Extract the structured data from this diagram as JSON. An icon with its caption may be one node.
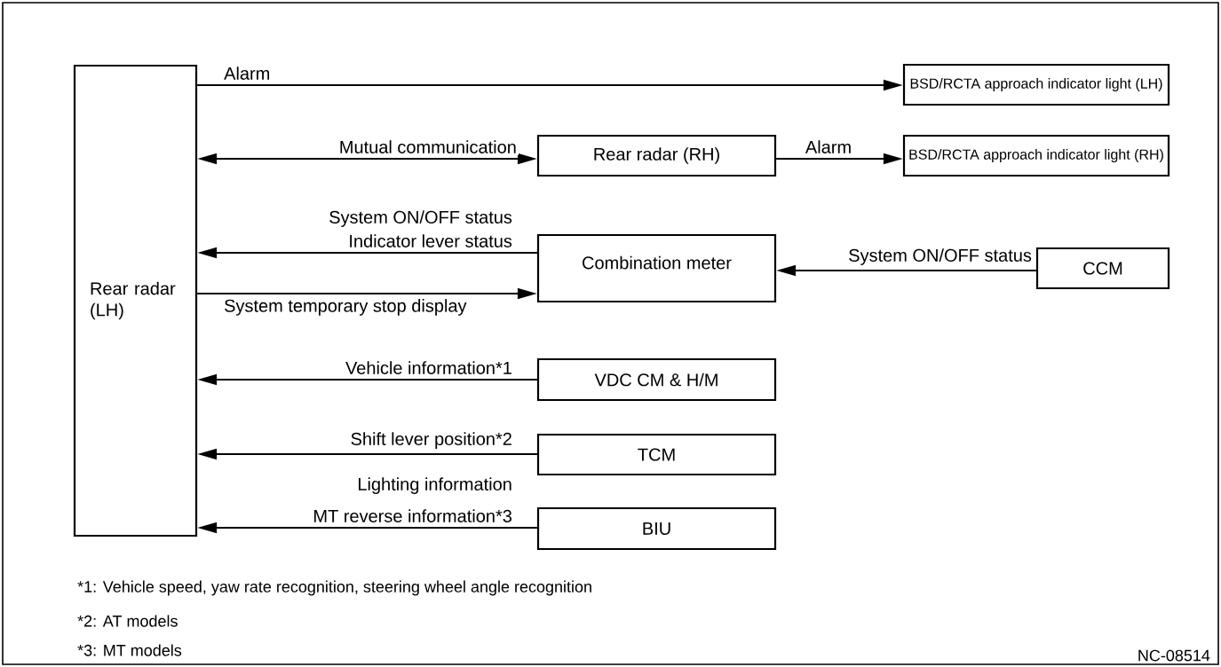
{
  "diagram": {
    "nodes": [
      {
        "text": [
          "Rear radar (LH)"
        ]
      },
      {
        "text": [
          "BSD/RCTA approach indicator light (LH)"
        ]
      },
      {
        "text": [
          "Rear radar (RH)"
        ]
      },
      {
        "text": [
          "BSD/RCTA approach indicator light (RH)"
        ]
      },
      {
        "text": [
          "Combination meter"
        ]
      },
      {
        "text": [
          "CCM"
        ]
      },
      {
        "text": [
          "VDC CM & H/M"
        ]
      },
      {
        "text": [
          "TCM"
        ]
      },
      {
        "text": [
          "BIU"
        ]
      }
    ],
    "edges": [
      {
        "from": 0,
        "to": 1,
        "arrow": "to",
        "label": "Alarm"
      },
      {
        "from": 0,
        "to": 2,
        "arrow": "both",
        "label": "Mutual communication"
      },
      {
        "from": 4,
        "to": 0,
        "arrow": "to",
        "label": "Indicator lever status"
      },
      {
        "from": 0,
        "to": 4,
        "arrow": "to",
        "label": "System temporary stop display"
      },
      {
        "from": 5,
        "to": 4,
        "arrow": "to",
        "label": "System ON/OFF status"
      },
      {
        "from": 2,
        "to": 3,
        "arrow": "to",
        "label": "Alarm"
      },
      {
        "from": 6,
        "to": 0,
        "arrow": "to",
        "label": "Vehicle information*1"
      },
      {
        "from": 7,
        "to": 0,
        "arrow": "to",
        "label": "Shift lever position*2"
      },
      {
        "from": 8,
        "to": 0,
        "arrow": "to",
        "label": "MT reverse information*3"
      }
    ],
    "labels": [
      "System ON/OFF status",
      "Lighting information",
      "*1: Vehicle speed, yaw rate recognition, steering wheel angle recognition",
      "*2: AT models",
      "*3: MT models",
      "NC-08514"
    ]
  }
}
